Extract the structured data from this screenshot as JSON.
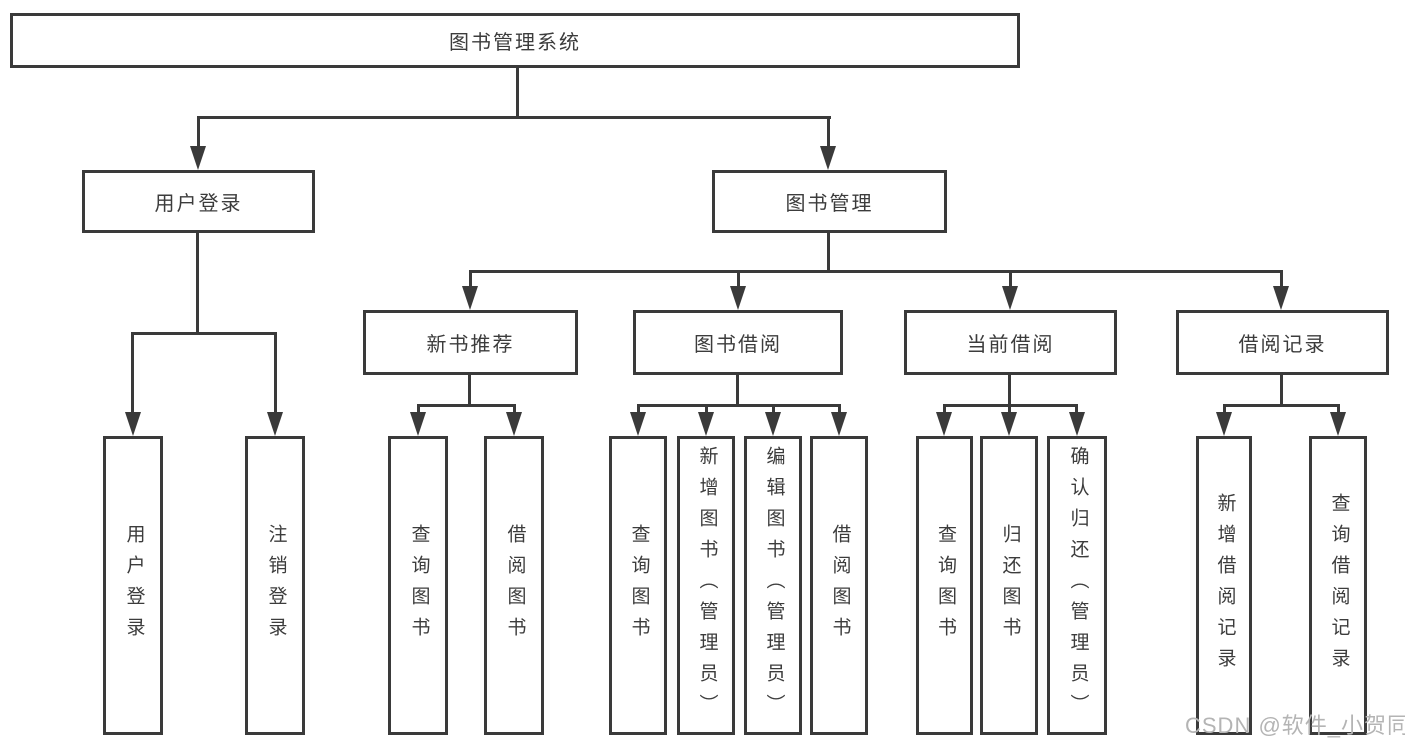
{
  "diagram_title": "图书管理系统",
  "tree": {
    "root": {
      "label": "图书管理系统"
    },
    "branches": [
      {
        "label": "用户登录",
        "children": [
          {
            "label": "用户登录"
          },
          {
            "label": "注销登录"
          }
        ]
      },
      {
        "label": "图书管理",
        "children": [
          {
            "label": "新书推荐",
            "children": [
              {
                "label": "查询图书"
              },
              {
                "label": "借阅图书"
              }
            ]
          },
          {
            "label": "图书借阅",
            "children": [
              {
                "label": "查询图书"
              },
              {
                "label": "新增图书（管理员）"
              },
              {
                "label": "编辑图书（管理员）"
              },
              {
                "label": "借阅图书"
              }
            ]
          },
          {
            "label": "当前借阅",
            "children": [
              {
                "label": "查询图书"
              },
              {
                "label": "归还图书"
              },
              {
                "label": "确认归还（管理员）"
              }
            ]
          },
          {
            "label": "借阅记录",
            "children": [
              {
                "label": "新增借阅记录"
              },
              {
                "label": "查询借阅记录"
              }
            ]
          }
        ]
      }
    ]
  },
  "watermark": "CSDN @软件_小贺同学",
  "colors": {
    "line": "#3a3a3a",
    "text": "#3c3c3c",
    "background": "#ffffff",
    "watermark": "#b4b4b4"
  }
}
